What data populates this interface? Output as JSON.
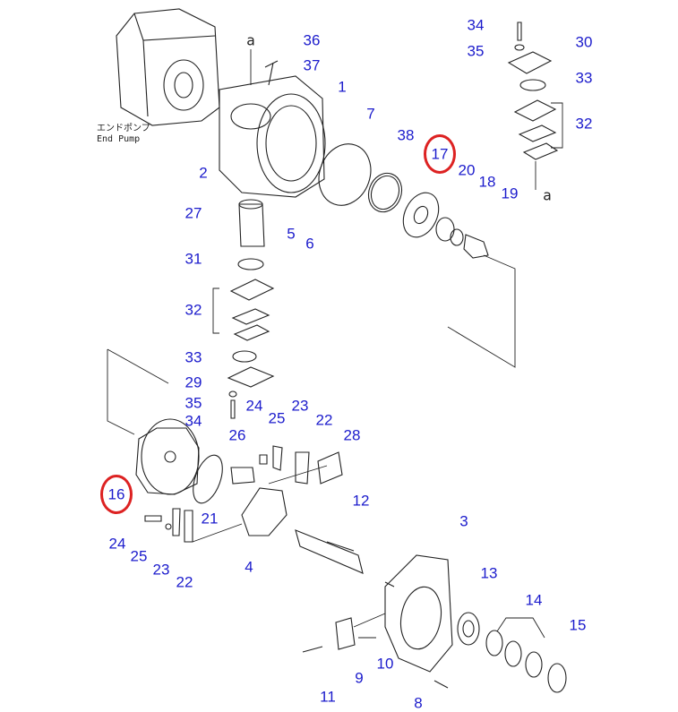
{
  "diagram": {
    "note_line1": "エンドポンプ",
    "note_line2": "End Pump",
    "ref_letter": "a",
    "label_color": "#1c1ccc",
    "highlight_color": "#dd2222",
    "labels": {
      "p1": "1",
      "p2": "2",
      "p3": "3",
      "p4": "4",
      "p5": "5",
      "p6": "6",
      "p7": "7",
      "p8": "8",
      "p9": "9",
      "p10": "10",
      "p11": "11",
      "p12": "12",
      "p13": "13",
      "p14": "14",
      "p15": "15",
      "p16": "16",
      "p17": "17",
      "p18": "18",
      "p19": "19",
      "p20": "20",
      "p21": "21",
      "p22a": "22",
      "p22b": "22",
      "p23a": "23",
      "p23b": "23",
      "p24a": "24",
      "p24b": "24",
      "p25a": "25",
      "p25b": "25",
      "p26": "26",
      "p27": "27",
      "p28": "28",
      "p29": "29",
      "p30": "30",
      "p31": "31",
      "p32a": "32",
      "p32b": "32",
      "p33a": "33",
      "p33b": "33",
      "p34a": "34",
      "p34b": "34",
      "p35a": "35",
      "p35b": "35",
      "p36": "36",
      "p37": "37",
      "p38": "38"
    },
    "highlighted": [
      "16",
      "17"
    ]
  }
}
